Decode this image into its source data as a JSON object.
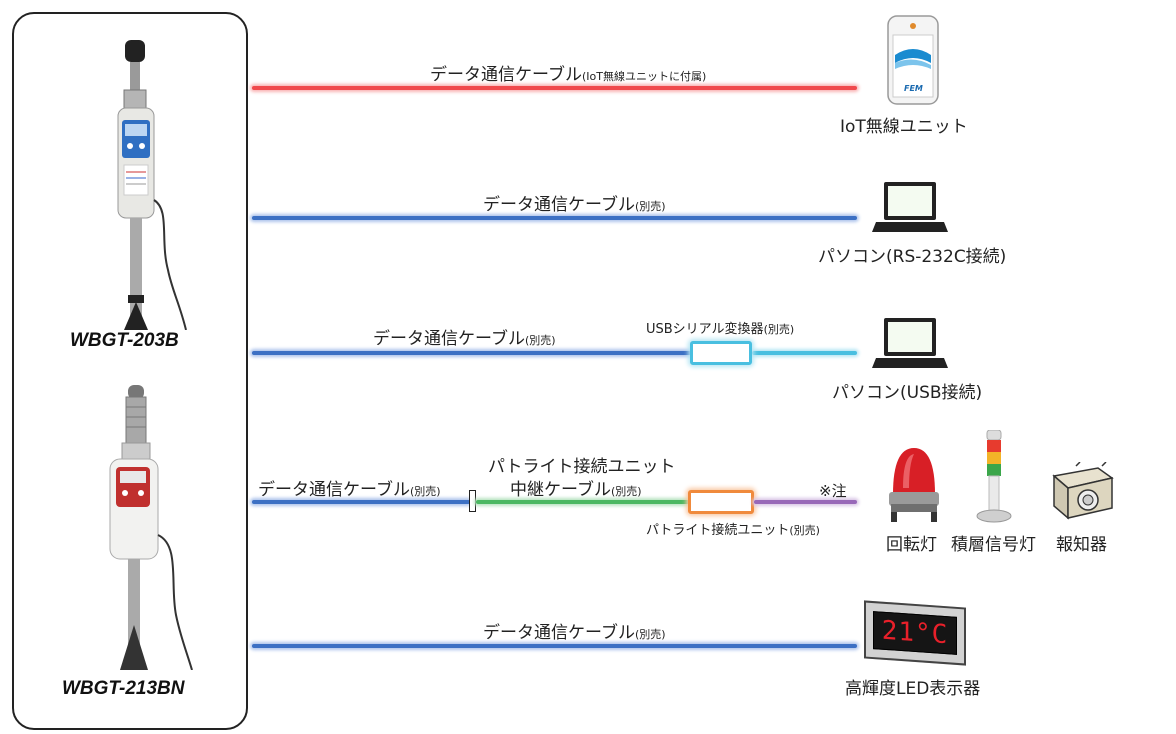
{
  "models": {
    "top": "WBGT-203B",
    "bottom": "WBGT-213BN"
  },
  "cables": {
    "row1": {
      "main": "データ通信ケーブル",
      "note": "(IoT無線ユニットに付属)"
    },
    "row2": {
      "main": "データ通信ケーブル",
      "note": "(別売)"
    },
    "row3": {
      "main": "データ通信ケーブル",
      "note": "(別売)"
    },
    "row3_converter": {
      "main": "USBシリアル変換器",
      "note": "(別売)"
    },
    "row4": {
      "main": "データ通信ケーブル",
      "note": "(別売)"
    },
    "row4_relay_line1": "パトライト接続ユニット",
    "row4_relay_line2_main": "中継ケーブル",
    "row4_relay_line2_note": "(別売)",
    "row4_unit": {
      "main": "パトライト接続ユニット",
      "note": "(別売)"
    },
    "row4_footnote": "※注",
    "row5": {
      "main": "データ通信ケーブル",
      "note": "(別売)"
    }
  },
  "devices": {
    "iot": "IoT無線ユニット",
    "iot_brand": "FEM",
    "pc_rs232": "パソコン(RS-232C接続)",
    "pc_usb": "パソコン(USB接続)",
    "rotating_light": "回転灯",
    "signal_tower": "積層信号灯",
    "alarm": "報知器",
    "led_display": "高輝度LED表示器",
    "led_reading": "21°C"
  },
  "colors": {
    "iot_cable": "#f0494c",
    "data_cable": "#3c70c4",
    "usb_cable": "#49bfe0",
    "relay_cable": "#4bb862",
    "output_cable": "#9868b8",
    "usb_converter_glow": "#49bfe0",
    "patlite_unit_glow": "#f08a3c",
    "led_digits": "#e8202a"
  }
}
